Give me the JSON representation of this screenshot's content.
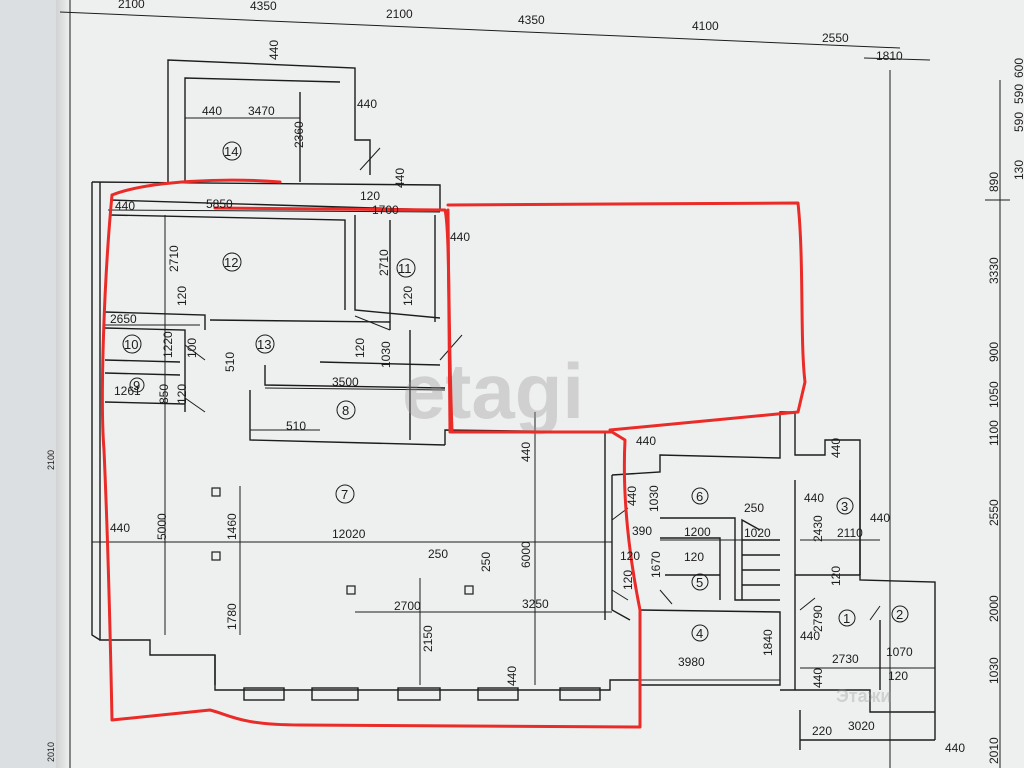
{
  "plan": {
    "watermark": "etagi",
    "watermark_small": "Этажи",
    "dims_top": [
      "2100",
      "4350",
      "2100",
      "4350",
      "4100",
      "2550",
      "1810"
    ],
    "dims_right": [
      "590",
      "600",
      "590",
      "890",
      "130",
      "3330",
      "900",
      "1050",
      "1100",
      "2550",
      "2000",
      "1030",
      "2010"
    ],
    "dims_left_edge": [
      "2010",
      "2100"
    ],
    "rooms": [
      "1",
      "2",
      "3",
      "4",
      "5",
      "6",
      "7",
      "8",
      "9",
      "10",
      "11",
      "12",
      "13",
      "14"
    ],
    "dims_inner": {
      "d440_a": "440",
      "d3470": "3470",
      "d440_b": "440",
      "d2360": "2360",
      "d440_c": "440",
      "d120_a": "120",
      "d440_d": "440",
      "d5850": "5850",
      "d1700": "1700",
      "d440_e": "440",
      "d2710_a": "2710",
      "d2710_b": "2710",
      "d120_b": "120",
      "d120_c": "120",
      "d2650": "2650",
      "d1220": "1220",
      "d100": "100",
      "d1030_a": "1030",
      "d120_d": "120",
      "d510_a": "510",
      "d1261": "1261",
      "d850": "850",
      "d120_e": "120",
      "d3500": "3500",
      "d510_b": "510",
      "d440_f": "440",
      "d440_g": "440",
      "d1030_b": "1030",
      "d390": "390",
      "d250_a": "250",
      "d1200": "1200",
      "d1020": "1020",
      "d440_h": "440",
      "d2430": "2430",
      "d2110": "2110",
      "d440_i": "440",
      "d440_j": "440",
      "d12020": "12020",
      "d1460": "1460",
      "d5000": "5000",
      "d6000": "6000",
      "d250_b": "250",
      "d250_c": "250",
      "d120_f": "120",
      "d1670": "1670",
      "d120_g": "120",
      "d120_h": "120",
      "d1780": "1780",
      "d2700": "2700",
      "d3250": "3250",
      "d2150": "2150",
      "d3980": "3980",
      "d1840": "1840",
      "d440_k": "440",
      "d2790": "2790",
      "d120_i": "120",
      "d2730": "2730",
      "d1070": "1070",
      "d440_l": "440",
      "d120_j": "120",
      "d440_m": "440",
      "d440_n": "440",
      "d220": "220",
      "d3020": "3020",
      "d440_o": "440"
    }
  },
  "colors": {
    "paper": "#eef0ef",
    "line": "#1c1c1c",
    "highlight": "#ea2b28",
    "watermark": "#969696"
  }
}
